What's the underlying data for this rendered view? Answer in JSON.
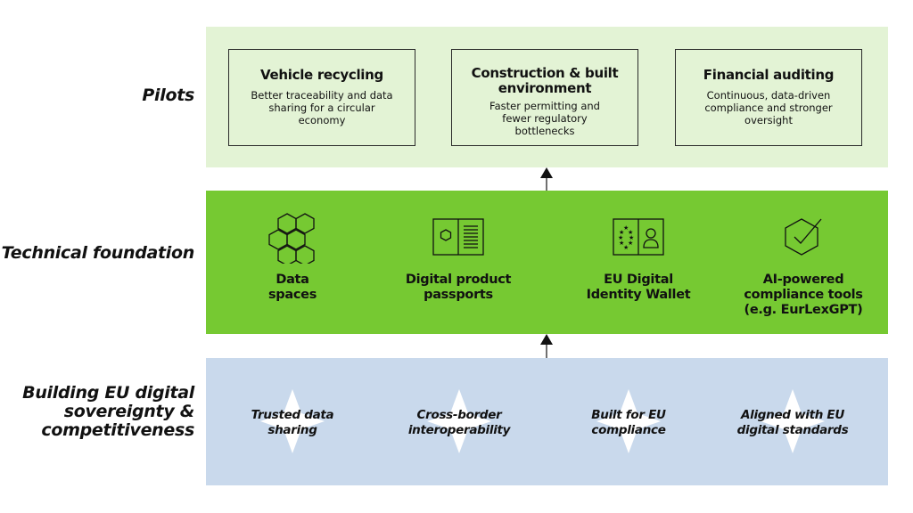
{
  "rows": {
    "pilots_label": "Pilots",
    "tech_label": "Technical foundation",
    "sov_label": "Building EU digital sovereignty & competitiveness"
  },
  "pilots": [
    {
      "title": "Vehicle recycling",
      "description": "Better traceability and data sharing for a circular economy"
    },
    {
      "title": "Construction & built environment",
      "description": "Faster permitting and fewer regulatory bottlenecks"
    },
    {
      "title": "Financial auditing",
      "description": "Continuous, data-driven compliance and stronger oversight"
    }
  ],
  "technical_foundation": [
    {
      "label": "Data spaces",
      "icon": "hexagons-icon"
    },
    {
      "label": "Digital product passports",
      "icon": "passport-icon"
    },
    {
      "label": "EU Digital Identity Wallet",
      "icon": "eu-id-wallet-icon"
    },
    {
      "label": "AI-powered compliance tools (e.g. EurLexGPT)",
      "icon": "hexagon-check-icon"
    }
  ],
  "sovereignty": [
    {
      "label": "Trusted data sharing",
      "icon": "star-icon"
    },
    {
      "label": "Cross-border interoperability",
      "icon": "star-icon"
    },
    {
      "label": "Built for EU compliance",
      "icon": "star-icon"
    },
    {
      "label": "Aligned with EU digital standards",
      "icon": "star-icon"
    }
  ],
  "colors": {
    "pilots_band": "#e3f3d5",
    "tech_band": "#76c932",
    "sovereignty_band": "#c9d9ec",
    "text": "#111111"
  }
}
